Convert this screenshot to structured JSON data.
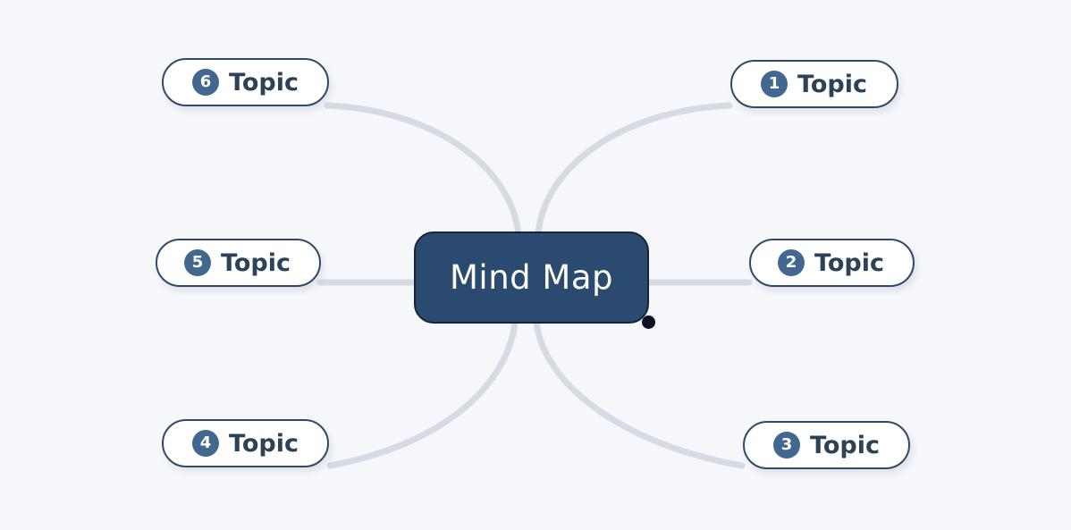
{
  "diagram": {
    "type": "mind-map",
    "background_color": "#f6f7fa",
    "center": {
      "label": "Mind Map",
      "fill_color": "#2b4a6f",
      "border_color": "#16243a",
      "text_color": "#fdfbf7"
    },
    "handle": {
      "name": "resize-handle",
      "color": "#0b1320"
    },
    "connector": {
      "color": "#d6dbe3",
      "width": 7
    },
    "branches": [
      {
        "number": "1",
        "label": "Topic",
        "position": "top-right"
      },
      {
        "number": "2",
        "label": "Topic",
        "position": "middle-right"
      },
      {
        "number": "3",
        "label": "Topic",
        "position": "bottom-right"
      },
      {
        "number": "4",
        "label": "Topic",
        "position": "bottom-left"
      },
      {
        "number": "5",
        "label": "Topic",
        "position": "middle-left"
      },
      {
        "number": "6",
        "label": "Topic",
        "position": "top-left"
      }
    ],
    "styles": {
      "pill_fill": "#ffffff",
      "pill_border": "#2f4a68",
      "badge_fill": "#42688f",
      "badge_text": "#ffffff",
      "pill_text": "#2c4257"
    }
  }
}
